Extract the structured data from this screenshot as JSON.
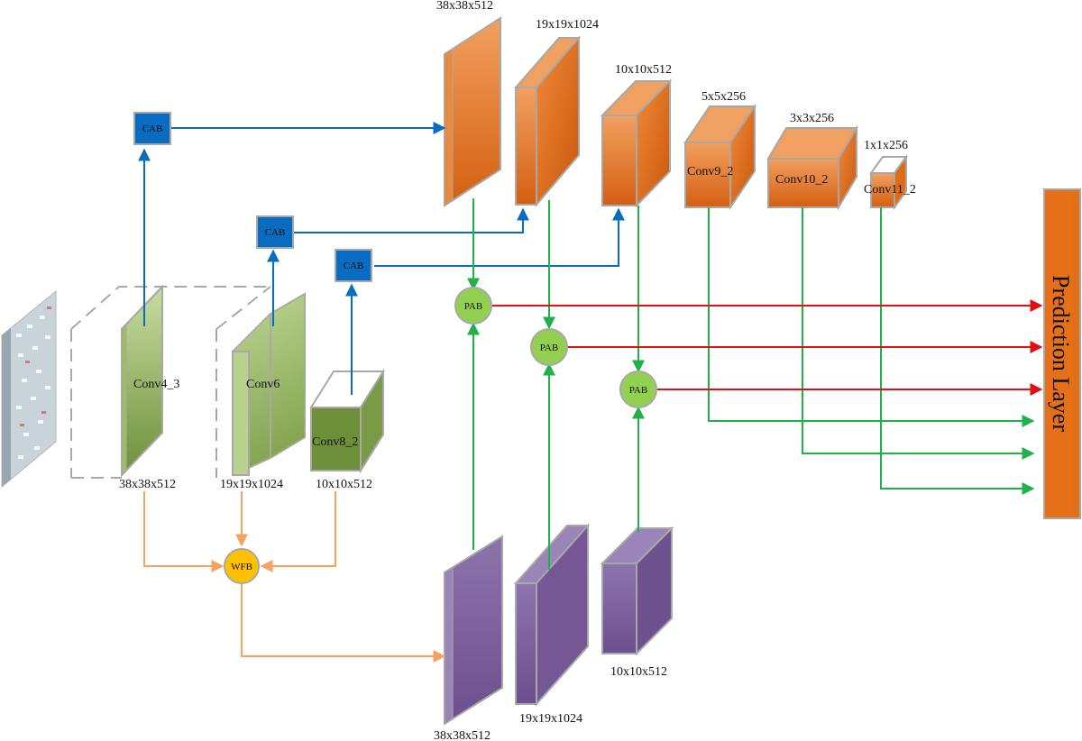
{
  "colors": {
    "green": "#8fb35b",
    "dark_green": "#6e8f3a",
    "orange": "#e0701a",
    "purple": "#7a5a98",
    "cab_blue": "#0a6cc0",
    "pab_green": "#92d050",
    "wfb_yellow": "#ffc000",
    "arrow_blue": "#0a6cc0",
    "arrow_green": "#1fb14a",
    "arrow_red": "#e01010",
    "arrow_orange": "#f4a460"
  },
  "backbone": {
    "conv4_3": {
      "name": "Conv4_3",
      "size": "38x38x512"
    },
    "conv6": {
      "name": "Conv6",
      "size": "19x19x1024"
    },
    "conv8_2": {
      "name": "Conv8_2",
      "size": "10x10x512"
    }
  },
  "top_maps": [
    {
      "name": "",
      "size": "38x38x512"
    },
    {
      "name": "",
      "size": "19x19x1024"
    },
    {
      "name": "",
      "size": "10x10x512"
    },
    {
      "name": "Conv9_2",
      "size": "5x5x256"
    },
    {
      "name": "Conv10_2",
      "size": "3x3x256"
    },
    {
      "name": "Conv11_2",
      "size": "1x1x256"
    }
  ],
  "bottom_maps": [
    {
      "size": "38x38x512"
    },
    {
      "size": "19x19x1024"
    },
    {
      "size": "10x10x512"
    }
  ],
  "modules": {
    "cab": "CAB",
    "pab": "PAB",
    "wfb": "WFB"
  },
  "prediction_layer": "Prediction Layer"
}
